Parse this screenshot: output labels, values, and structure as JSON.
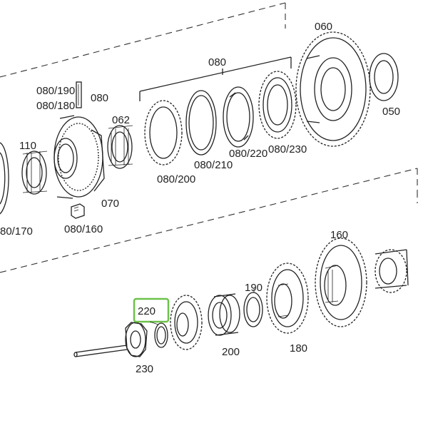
{
  "labels": {
    "l060": "060",
    "l080": "080",
    "l080_190": "080/190",
    "l080_180": "080/180",
    "l080_side": "080",
    "l062": "062",
    "l110": "110",
    "l050": "050",
    "l080_220": "080/220",
    "l080_230": "080/230",
    "l080_210": "080/210",
    "l080_200": "080/200",
    "l070": "070",
    "l080_170": "80/170",
    "l080_160": "080/160",
    "l160": "160",
    "l190": "190",
    "l220": "220",
    "l200": "200",
    "l180": "180",
    "l230": "230"
  },
  "highlight": {
    "target": "220",
    "color": "#6cc24a"
  },
  "colors": {
    "ink": "#222222",
    "background": "#ffffff"
  }
}
